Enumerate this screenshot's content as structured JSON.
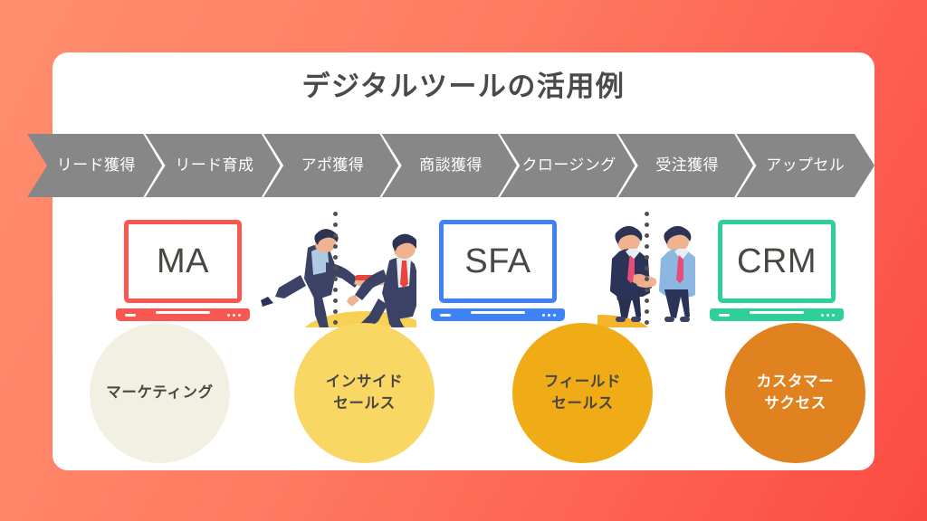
{
  "page": {
    "title": "デジタルツールの活用例",
    "background_gradient_from": "#FF8E6E",
    "background_gradient_to": "#FB4B43",
    "card_background": "#FFFFFF",
    "title_color": "#4A4A4A"
  },
  "funnel": {
    "bar_color": "#878787",
    "label_color": "#FFFFFF",
    "steps": [
      {
        "label": "リード獲得"
      },
      {
        "label": "リード育成"
      },
      {
        "label": "アポ獲得"
      },
      {
        "label": "商談獲得"
      },
      {
        "label": "クロージング"
      },
      {
        "label": "受注獲得"
      },
      {
        "label": "アップセル"
      }
    ]
  },
  "tools": [
    {
      "name": "MA",
      "accent": "#F9574F",
      "text_color": "#4A4642"
    },
    {
      "name": "SFA",
      "accent": "#3E82F7",
      "text_color": "#4A4642"
    },
    {
      "name": "CRM",
      "accent": "#2ECF9B",
      "text_color": "#4A4642"
    }
  ],
  "illustrations": [
    {
      "name": "baton-handoff-runners",
      "ground_color": "#F7D154",
      "baton_color": "#E8453C"
    },
    {
      "name": "business-handshake",
      "ground_color": "#F5B52B"
    }
  ],
  "roles": [
    {
      "lines": [
        "マーケティング"
      ],
      "fill": "#F2EFE3",
      "text_color": "#4A4642"
    },
    {
      "lines": [
        "インサイド",
        "セールス"
      ],
      "fill": "#F9D764",
      "text_color": "#4A4642"
    },
    {
      "lines": [
        "フィールド",
        "セールス"
      ],
      "fill": "#F0AC17",
      "text_color": "#4A4642"
    },
    {
      "lines": [
        "カスタマー",
        "サクセス"
      ],
      "fill": "#E08220",
      "text_color": "#FFFFFF"
    }
  ]
}
